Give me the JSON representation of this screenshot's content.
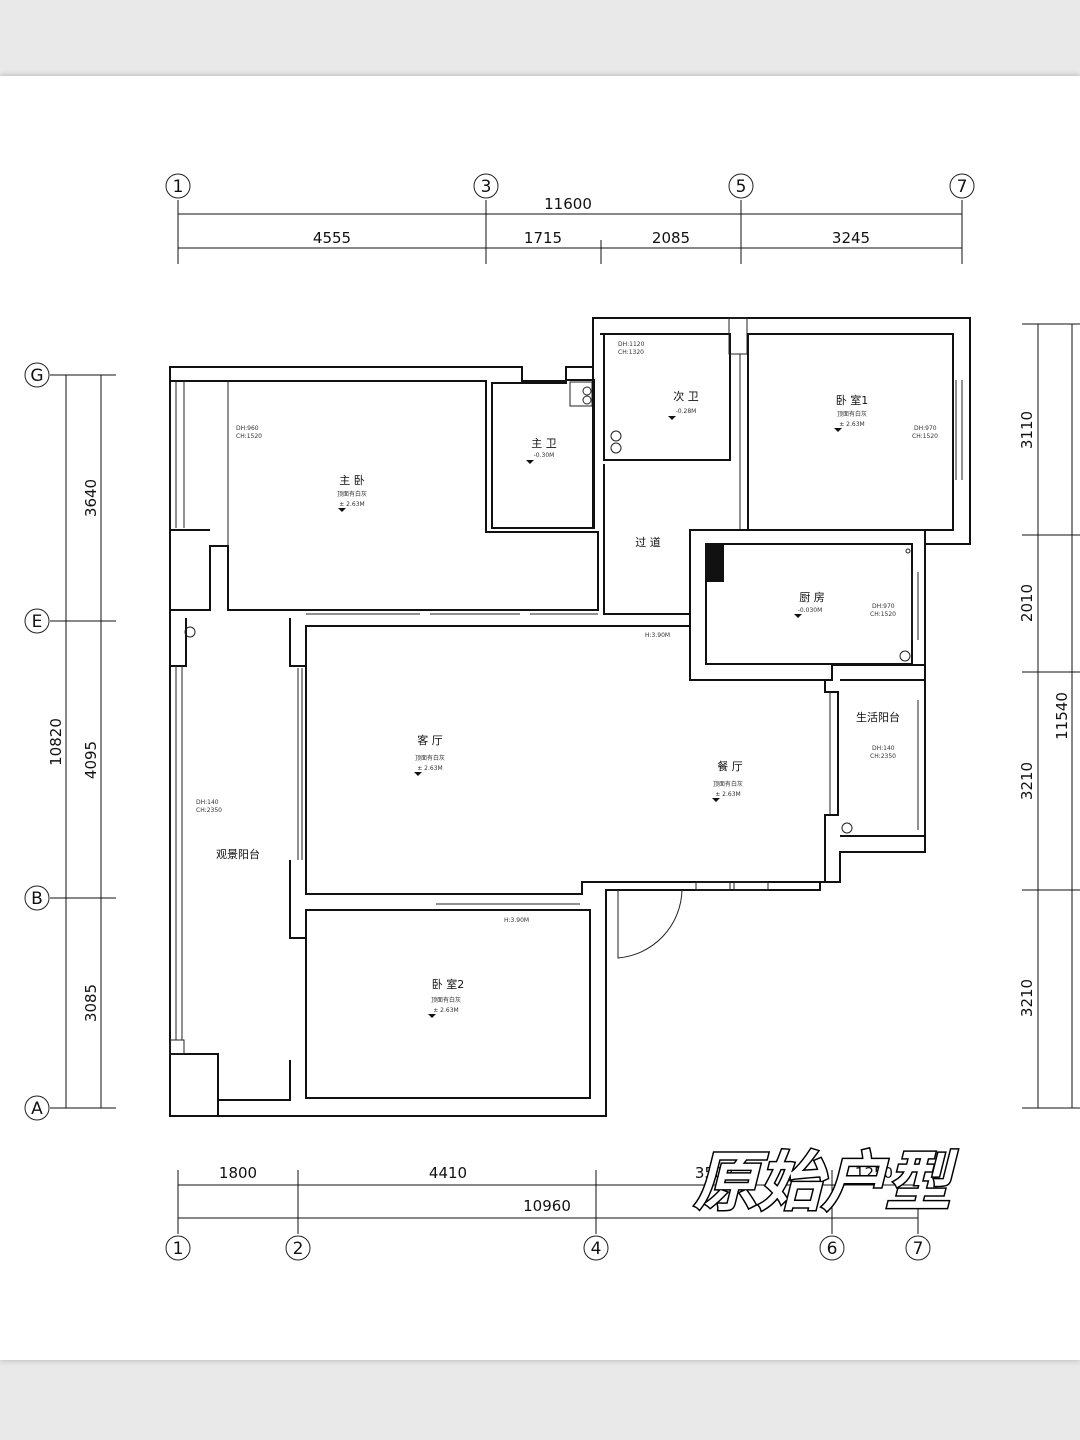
{
  "dimensions": {
    "top_total": "11600",
    "top_segments": [
      "4555",
      "1715",
      "2085",
      "3245"
    ],
    "bottom_total": "10960",
    "bottom_segments": [
      "1800",
      "4410",
      "3500",
      "1250"
    ],
    "left_total": "10820",
    "left_segments": [
      "3640",
      "4095",
      "3085"
    ],
    "right_total": "11540",
    "right_segments": [
      "3110",
      "2010",
      "3210",
      "3210"
    ]
  },
  "axes": {
    "top": [
      "1",
      "3",
      "5",
      "7"
    ],
    "bottom": [
      "1",
      "2",
      "4",
      "6",
      "7"
    ],
    "left": [
      "G",
      "E",
      "B",
      "A"
    ]
  },
  "rooms": {
    "master_bedroom": {
      "label": "主  卧",
      "ceiling": "顶面有白灰",
      "height": "± 2.63M",
      "window": [
        "DH:960",
        "CH:1520"
      ]
    },
    "master_bath": {
      "label": "主  卫",
      "height": "-0.30M"
    },
    "second_bath": {
      "label": "次  卫",
      "height": "-0.28M",
      "window": [
        "DH:1120",
        "CH:1320"
      ]
    },
    "bedroom1": {
      "label": "卧  室1",
      "ceiling": "顶面有白灰",
      "height": "± 2.63M",
      "window": [
        "DH:970",
        "CH:1520"
      ]
    },
    "corridor": {
      "label": "过  道"
    },
    "kitchen": {
      "label": "厨  房",
      "height": "-0.030M",
      "window": [
        "DH:970",
        "CH:1520"
      ]
    },
    "living_room": {
      "label": "客  厅",
      "ceiling": "顶面有白灰",
      "height": "± 2.63M"
    },
    "dining_room": {
      "label": "餐  厅",
      "ceiling": "顶面有白灰",
      "height": "± 2.63M"
    },
    "service_balcony": {
      "label": "生活阳台",
      "window": [
        "DH:140",
        "CH:2350"
      ]
    },
    "view_balcony": {
      "label": "观景阳台",
      "window": [
        "DH:140",
        "CH:2350"
      ]
    },
    "bedroom2": {
      "label": "卧  室2",
      "ceiling": "顶面有白灰",
      "height": "± 2.63M"
    },
    "beam_notes": [
      "H:3.90M",
      "H:3.90M"
    ]
  },
  "watermark": "原始户型"
}
